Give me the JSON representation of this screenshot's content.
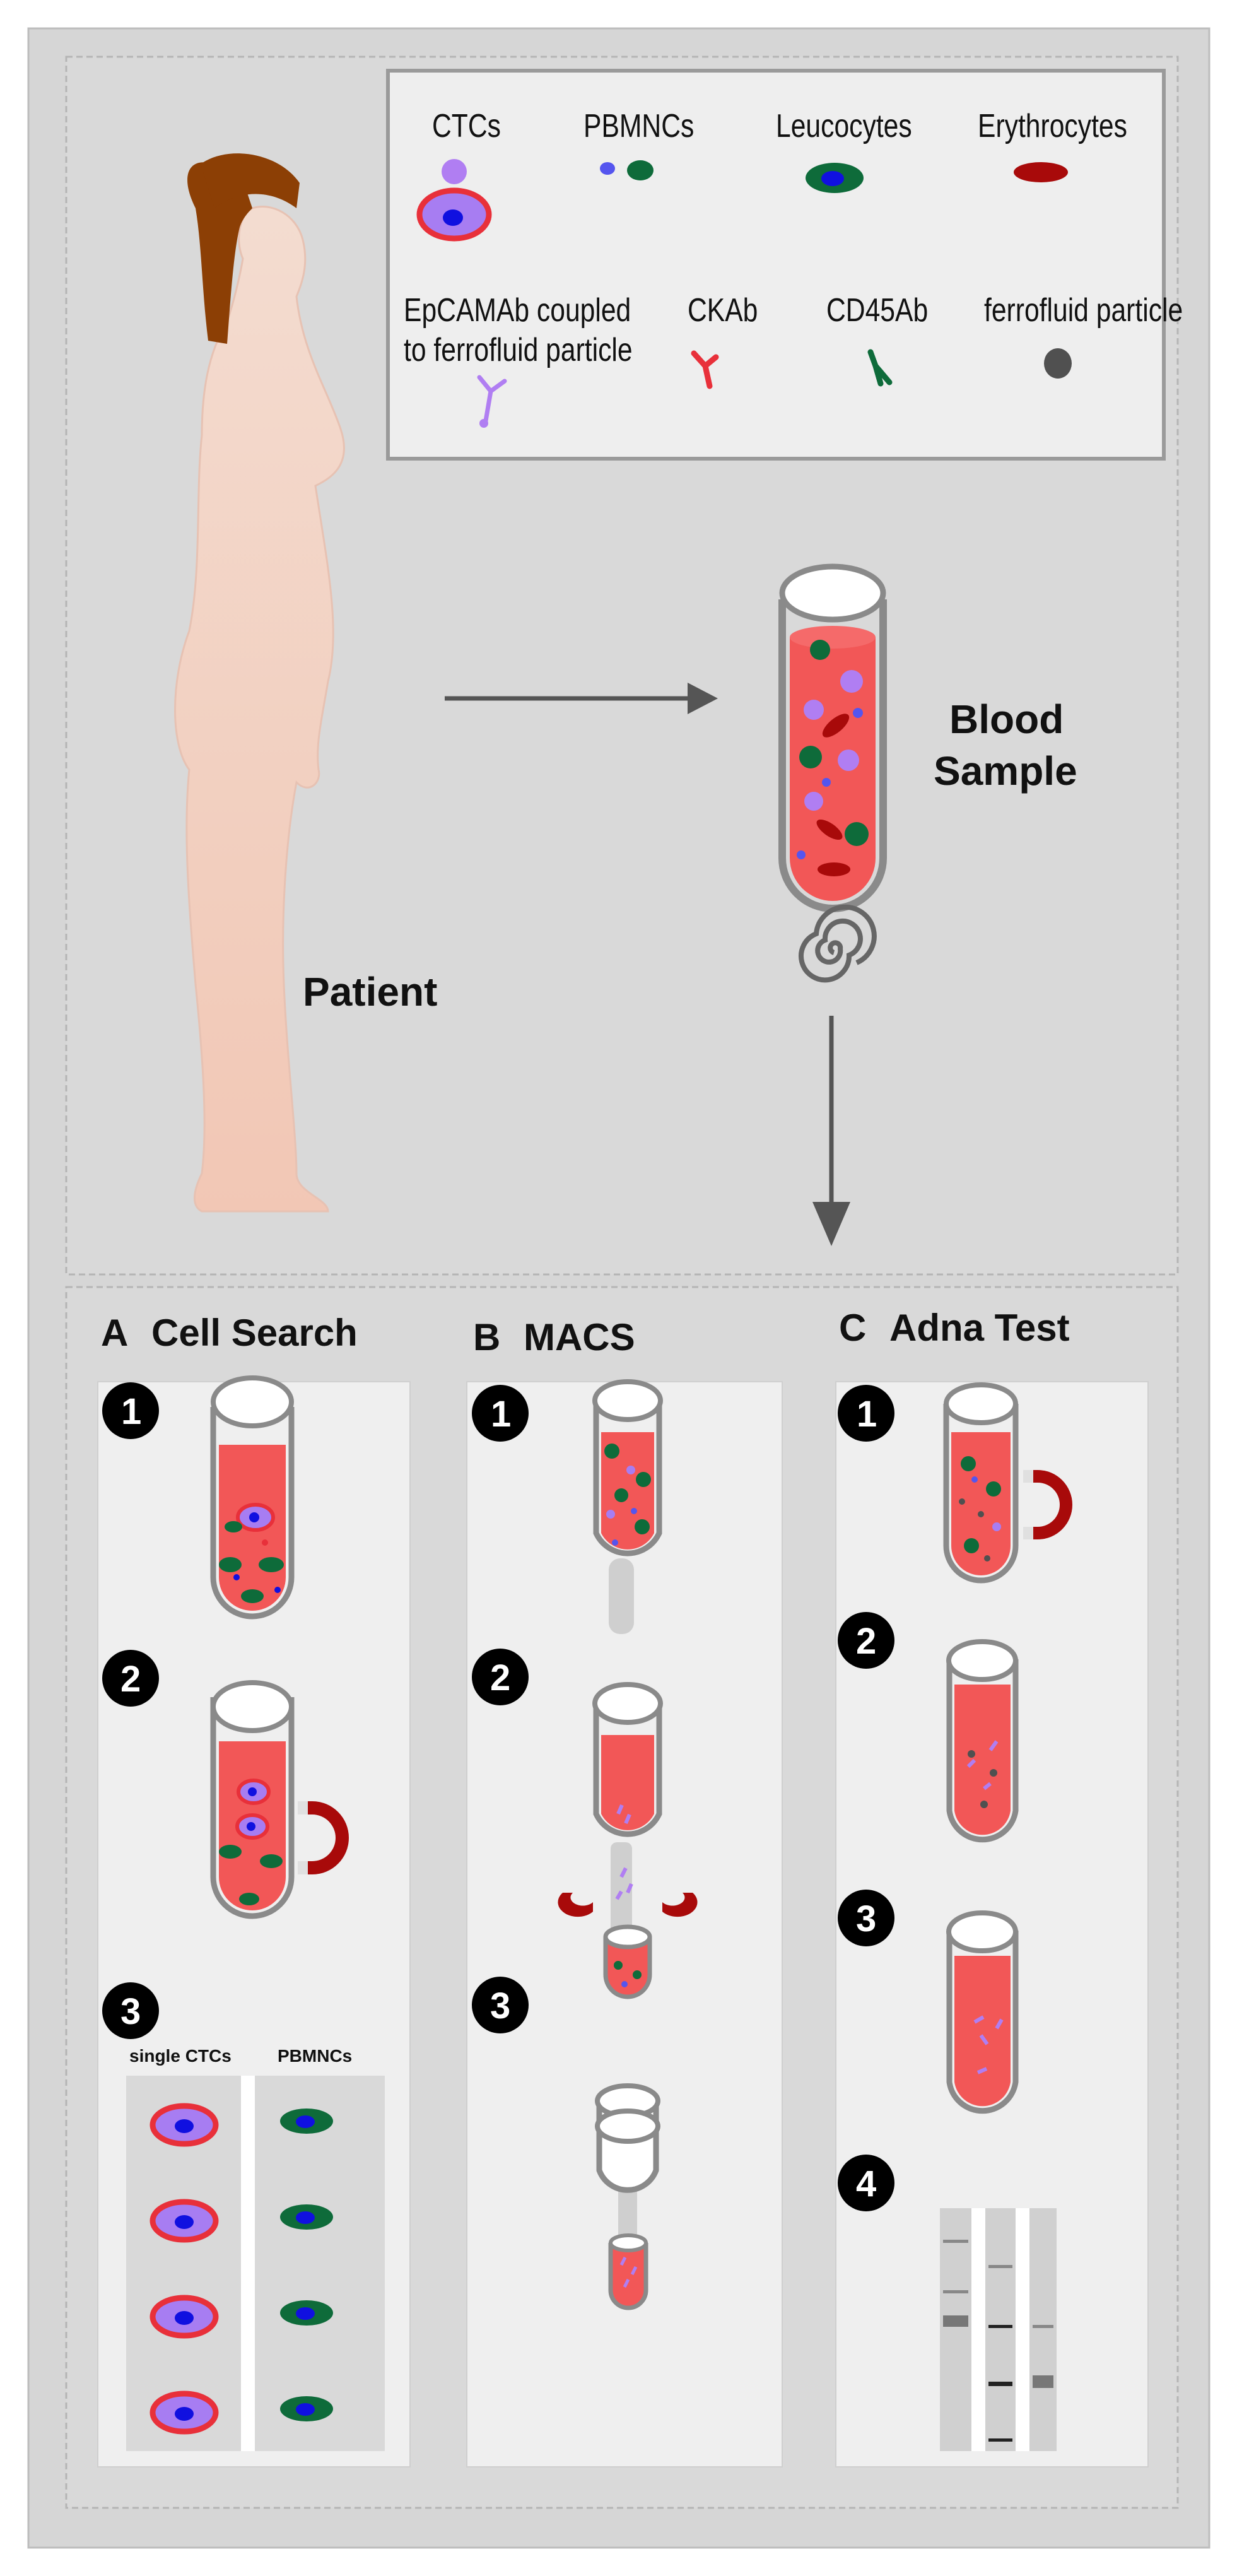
{
  "legend": {
    "ctcs": "CTCs",
    "pbmncs": "PBMNCs",
    "leucocytes": "Leucocytes",
    "erythrocytes": "Erythrocytes",
    "epcamab": "EpCAMAb  coupled",
    "epcamab2": "to ferrofluid particle",
    "ckab": "CKAb",
    "cd45ab": "CD45Ab",
    "ferrofluid": "ferrofluid particle"
  },
  "top": {
    "blood_sample_line1": "Blood",
    "blood_sample_line2": "Sample",
    "patient": "Patient"
  },
  "panels": {
    "a": {
      "letter": "A",
      "title": "Cell Search",
      "col1": "single CTCs",
      "col2": "PBMNCs"
    },
    "b": {
      "letter": "B",
      "title": "MACS"
    },
    "c": {
      "letter": "C",
      "title": "Adna Test"
    }
  },
  "steps": {
    "s1": "1",
    "s2": "2",
    "s3": "3",
    "s4": "4"
  },
  "colors": {
    "blood": "#f25757",
    "ctc_fill": "#a77df2",
    "ctc_ring": "#e8303a",
    "nucleus": "#1010e0",
    "leucocyte": "#0e6b3a",
    "erythrocyte": "#a80a0a",
    "magnet": "#a80a0a"
  }
}
